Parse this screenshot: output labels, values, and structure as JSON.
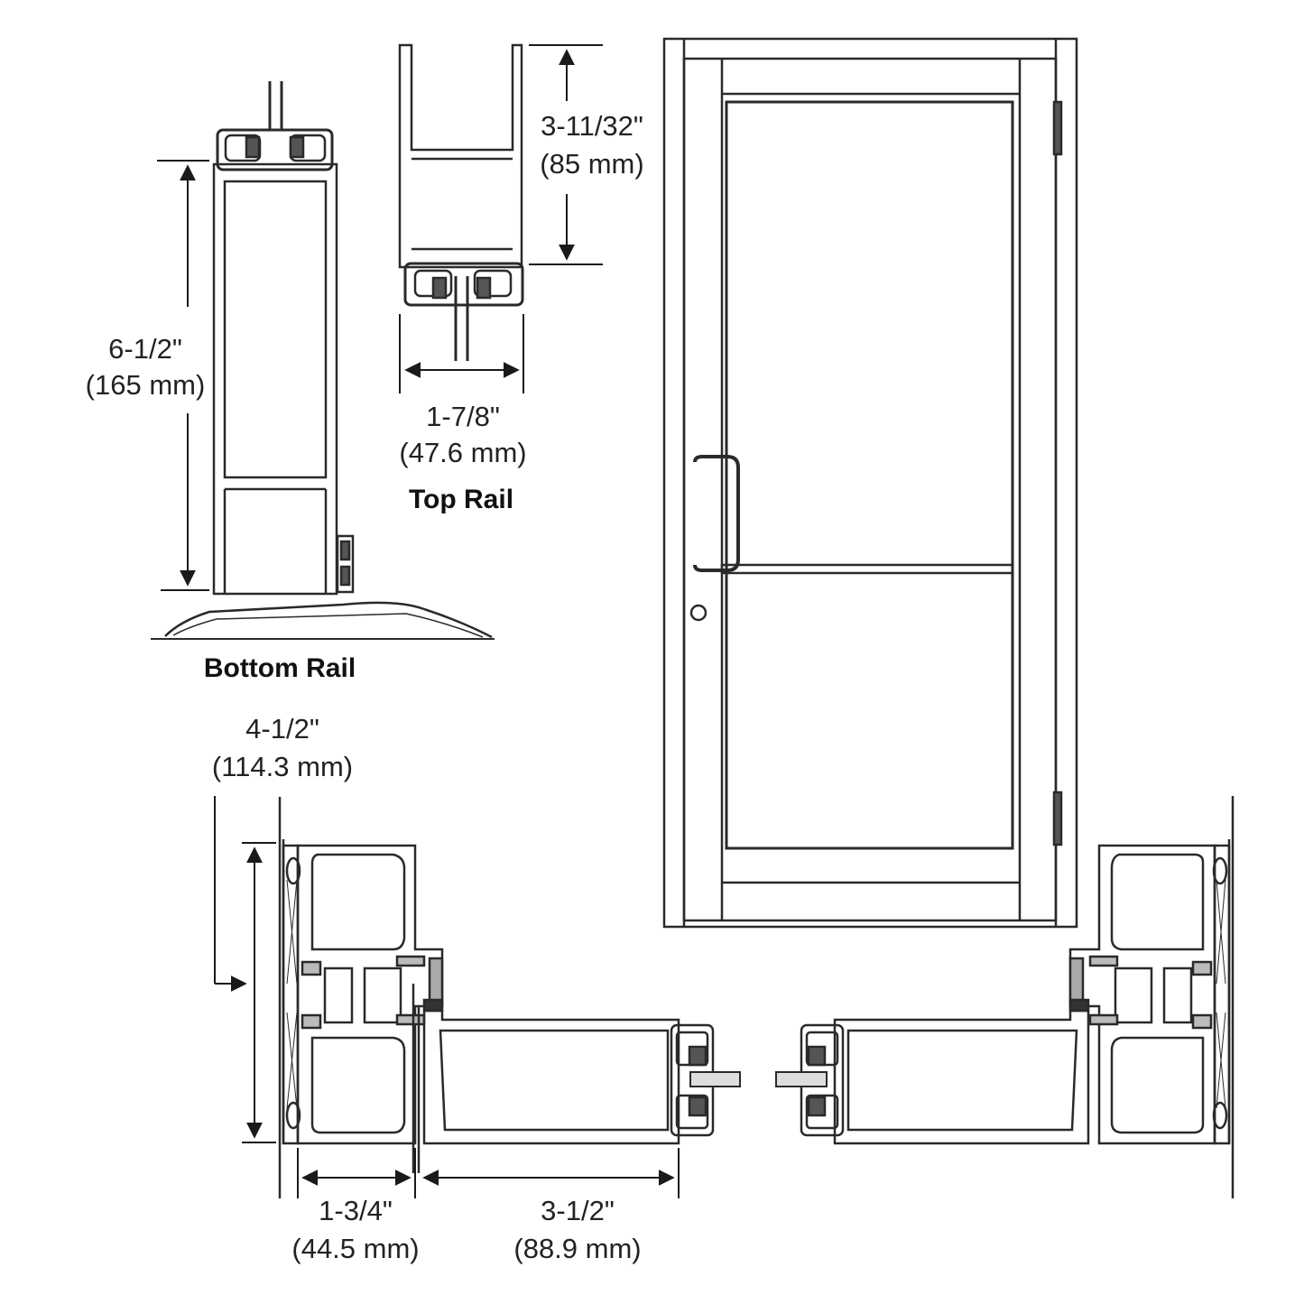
{
  "sections": {
    "bottom_rail": {
      "caption": "Bottom Rail",
      "height_in": "6-1/2\"",
      "height_mm": "(165 mm)"
    },
    "top_rail": {
      "caption": "Top Rail",
      "height_in": "3-11/32\"",
      "height_mm": "(85 mm)",
      "depth_in": "1-7/8\"",
      "depth_mm": "(47.6 mm)"
    },
    "jamb_plan": {
      "frame_width_in": "4-1/2\"",
      "frame_width_mm": "(114.3 mm)",
      "frame_depth_in": "1-3/4\"",
      "frame_depth_mm": "(44.5 mm)",
      "stile_width_in": "3-1/2\"",
      "stile_width_mm": "(88.9 mm)"
    }
  },
  "colors": {
    "line": "#2a2a2a",
    "background": "#ffffff"
  }
}
